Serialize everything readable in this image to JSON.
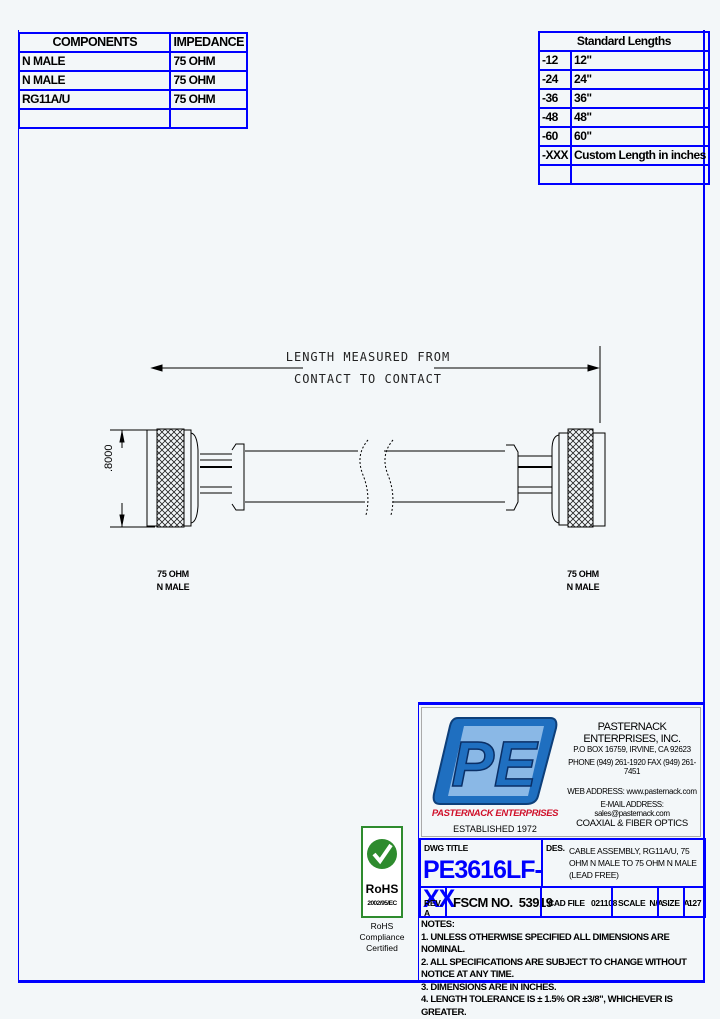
{
  "components_table": {
    "headers": [
      "COMPONENTS",
      "IMPEDANCE"
    ],
    "rows": [
      [
        "N MALE",
        "75 OHM"
      ],
      [
        "N MALE",
        "75 OHM"
      ],
      [
        "RG11A/U",
        "75 OHM"
      ],
      [
        "",
        ""
      ]
    ]
  },
  "lengths_table": {
    "title": "Standard Lengths",
    "rows": [
      [
        "-12",
        "12\""
      ],
      [
        "-24",
        "24\""
      ],
      [
        "-36",
        "36\""
      ],
      [
        "-48",
        "48\""
      ],
      [
        "-60",
        "60\""
      ],
      [
        "-XXX",
        "Custom Length in inches"
      ],
      [
        "",
        ""
      ]
    ]
  },
  "drawing": {
    "length_label_line1": "LENGTH MEASURED FROM",
    "length_label_line2": "CONTACT TO CONTACT",
    "diameter_label": ".8000",
    "left_connector": {
      "impedance": "75 OHM",
      "type": "N MALE"
    },
    "right_connector": {
      "impedance": "75 OHM",
      "type": "N MALE"
    }
  },
  "rohs": {
    "badge_text": "RoHS",
    "directive": "2002/95/EC",
    "caption_lines": [
      "RoHS",
      "Compliance",
      "Certified"
    ]
  },
  "company": {
    "logo_letters": "PE",
    "logo_name": "PASTERNACK ENTERPRISES",
    "established": "ESTABLISHED 1972",
    "name": "PASTERNACK ENTERPRISES, INC.",
    "address": "P.O BOX 16759, IRVINE, CA 92623",
    "phone": "PHONE (949) 261-1920 FAX (949) 261-7451",
    "web": "WEB ADDRESS: www.pasternack.com",
    "email": "E-MAIL ADDRESS: sales@pasternack.com",
    "tagline": "COAXIAL & FIBER OPTICS"
  },
  "title_block": {
    "dwg_title_label": "DWG TITLE",
    "dwg_number": "PE3616LF-XX",
    "des_label": "DES.",
    "description": "CABLE ASSEMBLY, RG11A/U, 75 OHM N MALE TO 75 OHM N MALE (LEAD FREE)",
    "rev": "REV. A",
    "fscm": "FSCM NO.  53919",
    "cad_file": "CAD FILE   021108",
    "scale": "SCALE  N/A",
    "size": "SIZE  A",
    "sheet": "127"
  },
  "notes": {
    "title": "NOTES:",
    "items": [
      "1.  UNLESS OTHERWISE SPECIFIED ALL DIMENSIONS ARE NOMINAL.",
      "2.  ALL SPECIFICATIONS ARE SUBJECT TO CHANGE WITHOUT NOTICE AT ANY TIME.",
      "3.  DIMENSIONS ARE IN INCHES.",
      "4.  LENGTH TOLERANCE IS ± 1.5% OR ±3/8\", WHICHEVER IS GREATER."
    ]
  },
  "colors": {
    "frame_blue": "#0000ff",
    "logo_blue": "#1f6fc0",
    "logo_red": "#d0102a",
    "rohs_green": "#2e8b2e"
  }
}
